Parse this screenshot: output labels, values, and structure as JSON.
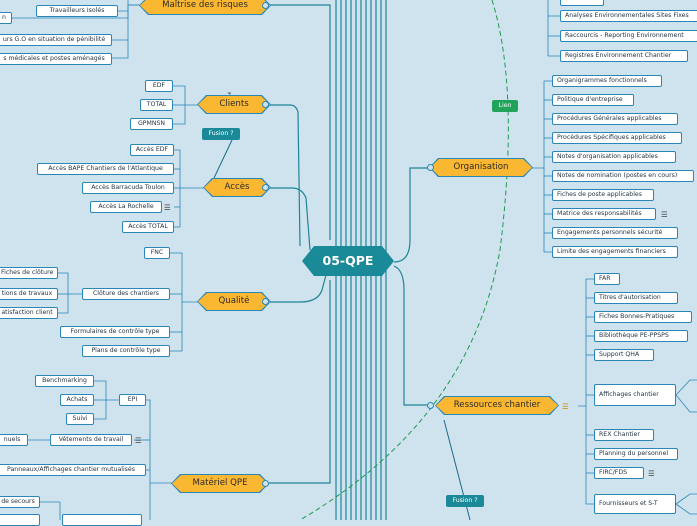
{
  "central": {
    "label": "05-QPE"
  },
  "branches": {
    "maitrise": {
      "label": "Maîtrise des risques",
      "leaves": [
        "Travailleurs Isolés",
        "urs G.O en situation de pénibilité",
        "s médicales et postes aménagés"
      ],
      "partial_top": [
        "n"
      ]
    },
    "clients": {
      "label": "Clients",
      "leaves": [
        "EDF",
        "TOTAL",
        "GPMNSN"
      ]
    },
    "acces": {
      "label": "Accès",
      "leaves": [
        "Accès EDF",
        "Accès BAPE Chantiers de l'Atlantique",
        "Accès Barracuda Toulon",
        "Accès La Rochelle",
        "Accès TOTAL"
      ]
    },
    "qualite": {
      "label": "Qualité",
      "leaves": [
        "FNC",
        "Clôture des chantiers",
        "Formulaires de contrôle type",
        "Plans de contrôle type"
      ],
      "cloture_children": [
        "Fiches de clôture",
        "tions de travaux",
        "atisfaction client"
      ]
    },
    "materiel": {
      "label": "Matériel QPE",
      "epi": "EPI",
      "epi_children": [
        "Benchmarking",
        "Achats",
        "Suivi"
      ],
      "vetements": "Vêtements de travail",
      "vetements_child": "nuels",
      "panneaux": "Panneaux/Affichages chantier mutualisés",
      "bottom": [
        "de secours"
      ]
    },
    "organisation": {
      "label": "Organisation",
      "leaves": [
        "Organigrammes fonctionnels",
        "Politique d'entreprise",
        "Procédures Générales applicables",
        "Procédures Spécifiques applicables",
        "Notes d'organisation applicables",
        "Notes de nomination (postes en cours)",
        "Fiches de poste applicables",
        "Matrice des responsabilités",
        "Engagements personnels sécurité",
        "Limite des engagements financiers"
      ]
    },
    "top_right": {
      "leaves": [
        "Analyses Environnementales Sites Fixes",
        "Raccourcis - Reporting Environnement",
        "Registres Environnement Chantier"
      ]
    },
    "ressources": {
      "label": "Ressources chantier",
      "leaves": [
        "FAR",
        "Titres d'autorisation",
        "Fiches Bonnes-Pratiques",
        "Bibliothèque PE-PPSPS",
        "Support QHA",
        "Affichages chantier",
        "REX Chantier",
        "Planning du personnel",
        "FIRC/FDS",
        "Fournisseurs et S-T"
      ]
    }
  },
  "relations": {
    "lien": "Lien",
    "fusion1": "Fusion ?",
    "fusion2": "Fusion ?"
  },
  "colors": {
    "background": "#cfe3ef",
    "topic": "#f9b732",
    "central": "#1a8a99",
    "line": "#2a86b6",
    "lien": "#22a35a"
  }
}
